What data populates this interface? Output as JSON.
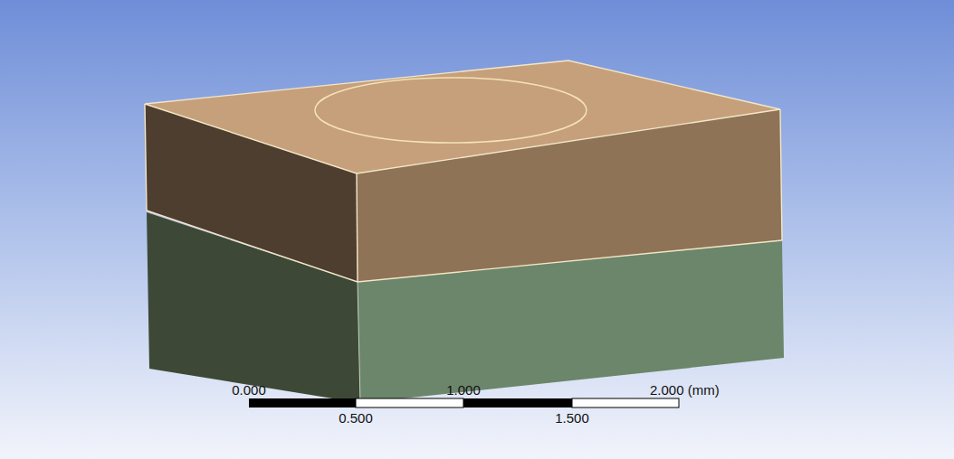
{
  "diagram": {
    "labels": [
      "0.000",
      "1.000",
      "2.000 (mm)",
      "0.500",
      "1.500"
    ]
  }
}
